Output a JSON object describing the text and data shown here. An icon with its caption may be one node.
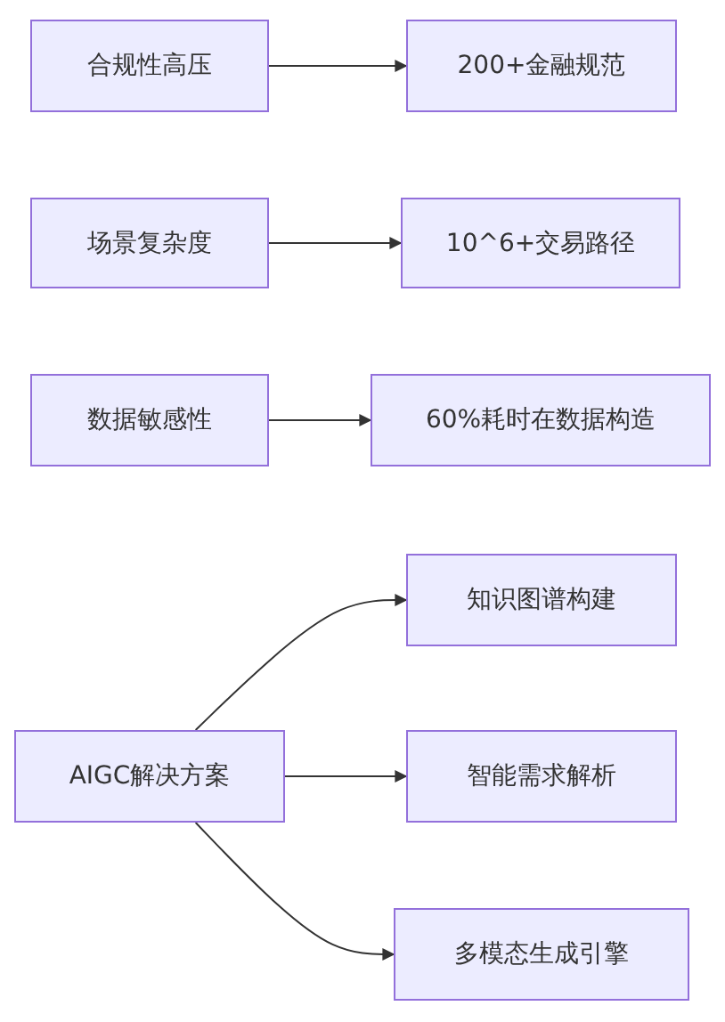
{
  "diagram": {
    "nodes": [
      {
        "text": [
          "合规性高压"
        ]
      },
      {
        "text": [
          "200+金融规范"
        ]
      },
      {
        "text": [
          "场景复杂度"
        ]
      },
      {
        "text": [
          "10^6+交易路径"
        ]
      },
      {
        "text": [
          "数据敏感性"
        ]
      },
      {
        "text": [
          "60%耗时在数据构造"
        ]
      },
      {
        "text": [
          "AIGC解决方案"
        ]
      },
      {
        "text": [
          "知识图谱构建"
        ]
      },
      {
        "text": [
          "智能需求解析"
        ]
      },
      {
        "text": [
          "多模态生成引擎"
        ]
      }
    ],
    "edges": [
      {
        "from": 0,
        "to": 1,
        "arrow": "to"
      },
      {
        "from": 2,
        "to": 3,
        "arrow": "to"
      },
      {
        "from": 4,
        "to": 5,
        "arrow": "to"
      },
      {
        "from": 6,
        "to": 7,
        "arrow": "to"
      },
      {
        "from": 6,
        "to": 8,
        "arrow": "to"
      },
      {
        "from": 6,
        "to": 9,
        "arrow": "to"
      }
    ]
  }
}
